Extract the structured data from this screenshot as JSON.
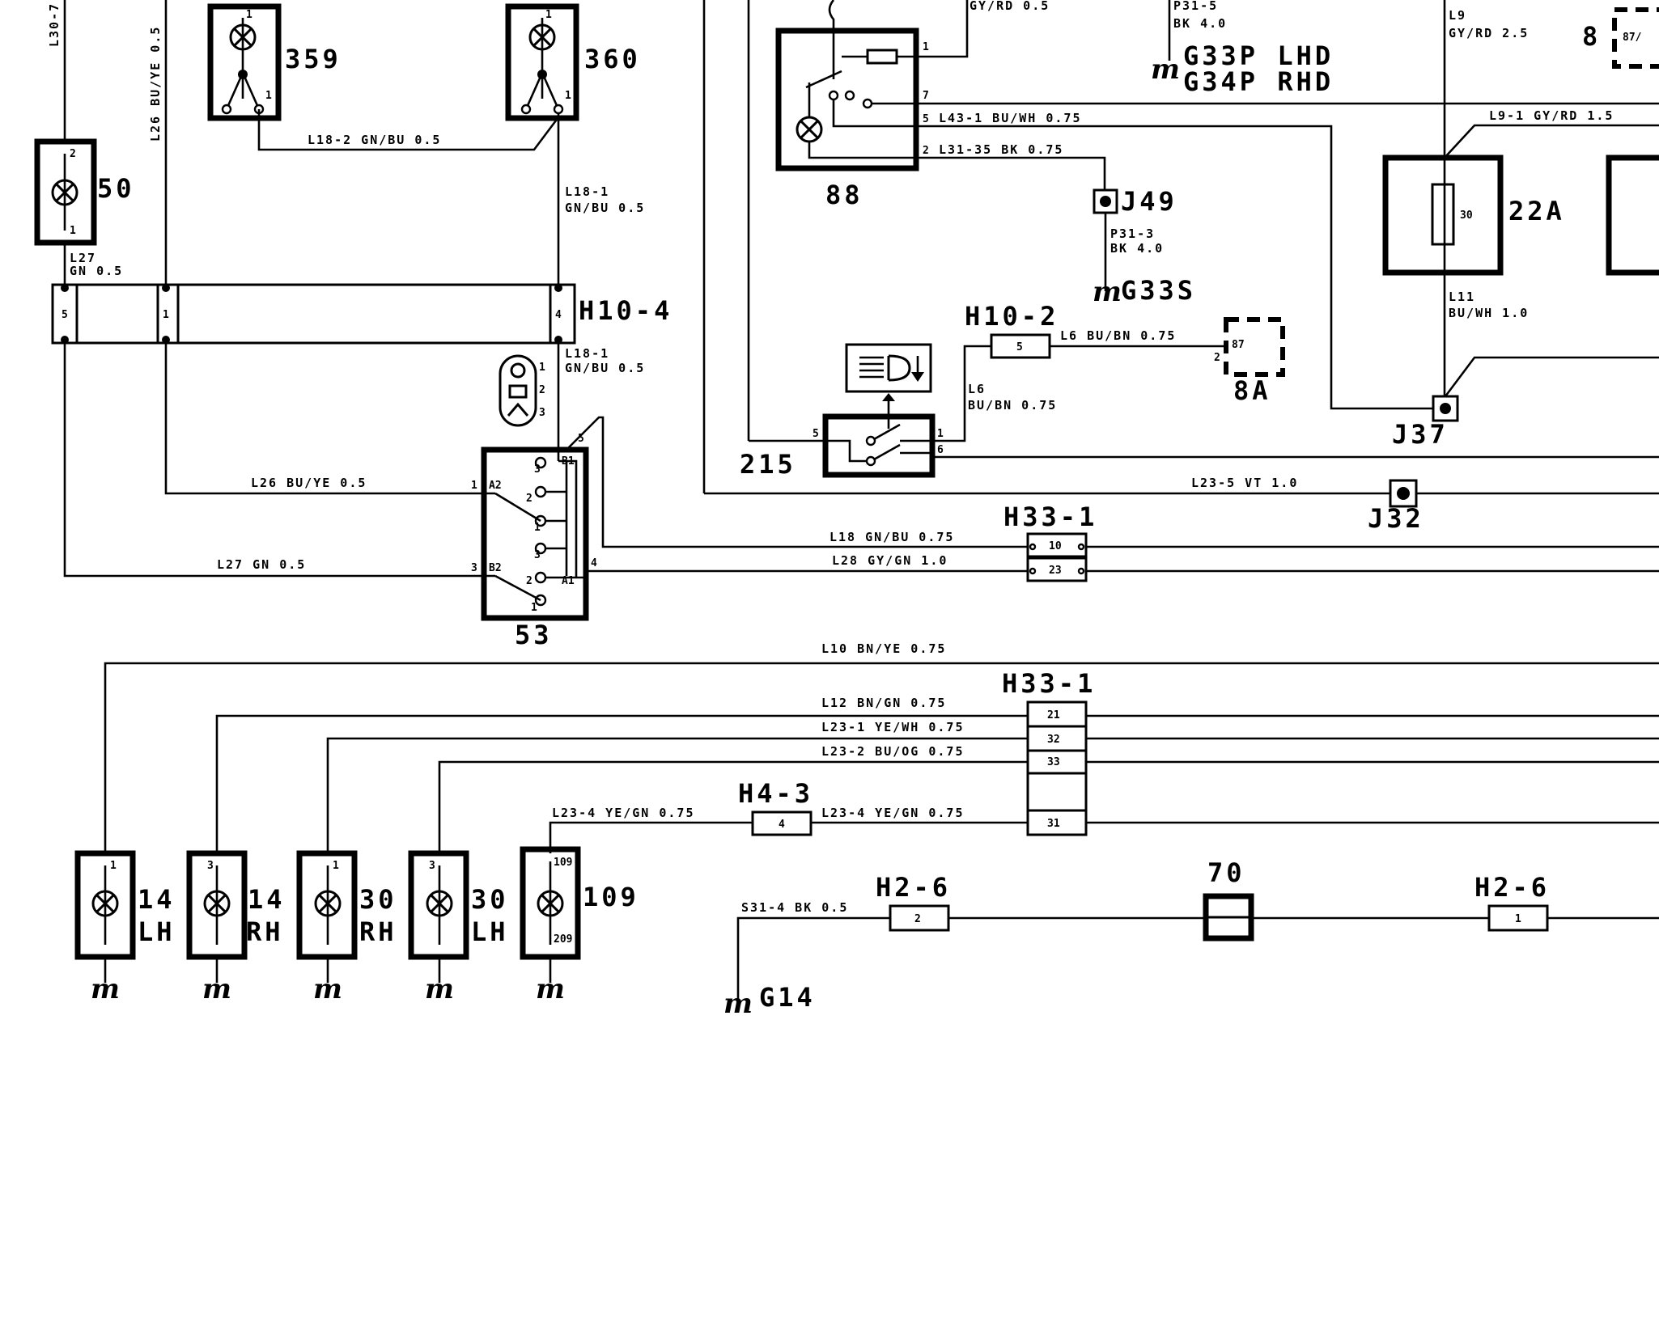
{
  "components": {
    "c50": "50",
    "c359": "359",
    "c360": "360",
    "c88": "88",
    "c22a": "22A",
    "c8top": "8",
    "c8a": "8A",
    "c215": "215",
    "c53": "53",
    "c14lh": "14",
    "c14rh": "14",
    "c30rh": "30",
    "c30lh": "30",
    "c109": "109",
    "c70": "70",
    "lh": "LH",
    "rh": "RH"
  },
  "connectors": {
    "h10_4": "H10-4",
    "h10_2": "H10-2",
    "h33_1_top": "H33-1",
    "h33_1_bottom": "H33-1",
    "h4_3": "H4-3",
    "h2_6_left": "H2-6",
    "h2_6_right": "H2-6"
  },
  "junctions": {
    "j49": "J49",
    "j37": "J37",
    "j32": "J32"
  },
  "grounds": {
    "g33p": "G33P LHD",
    "g34p": "G34P RHD",
    "g33s": "G33S",
    "g14": "G14"
  },
  "wires": {
    "l30_7": "L30-7",
    "l26_v": "L26 BU/YE 0.5",
    "l18_2": "L18-2 GN/BU 0.5",
    "l18_1a": "L18-1",
    "l18_1a_c": "GN/BU 0.5",
    "l27a": "L27",
    "l27a_c": "GN 0.5",
    "l18_1b": "L18-1",
    "l18_1b_c": "GN/BU 0.5",
    "gyrd_top": "GY/RD 0.5",
    "p31_5": "P31-5",
    "p31_5_c": "BK 4.0",
    "l9": "L9",
    "l9_c": "GY/RD 2.5",
    "l43_1": "L43-1 BU/WH 0.75",
    "l31_35": "L31-35 BK 0.75",
    "l9_1": "L9-1 GY/RD 1.5",
    "p31_3": "P31-3",
    "p31_3_c": "BK 4.0",
    "l11": "L11",
    "l11_c": "BU/WH 1.0",
    "l6a": "L6 BU/BN 0.75",
    "l6b": "L6",
    "l6b_c": "BU/BN 0.75",
    "l26h": "L26 BU/YE 0.5",
    "l27h": "L27 GN 0.5",
    "l23_5": "L23-5 VT 1.0",
    "l18h": "L18 GN/BU 0.75",
    "l28": "L28 GY/GN 1.0",
    "l10": "L10 BN/YE 0.75",
    "l12": "L12 BN/GN 0.75",
    "l23_1": "L23-1 YE/WH 0.75",
    "l23_2": "L23-2 BU/OG 0.75",
    "l23_4a": "L23-4 YE/GN 0.75",
    "l23_4b": "L23-4 YE/GN 0.75",
    "s31_4": "S31-4 BK 0.5"
  },
  "pins": {
    "h10_4_5": "5",
    "h10_4_1": "1",
    "h10_4_4": "4",
    "h10_2_5": "5",
    "h33a_10": "10",
    "h33a_23": "23",
    "h33b_21": "21",
    "h33b_32": "32",
    "h33b_33": "33",
    "h33b_31": "31",
    "h4_3_4": "4",
    "h2_6a_2": "2",
    "h2_6b_1": "1",
    "fuse30": "30",
    "relay87": "87",
    "relay87t": "87/",
    "p1": "1",
    "p2": "2",
    "p3": "3",
    "p4": "4",
    "p5": "5",
    "p6": "6",
    "p7": "7",
    "a2": "A2",
    "b2": "B2",
    "a1": "A1",
    "b1": "B1",
    "p109_1": "109",
    "p109_2": "209"
  }
}
